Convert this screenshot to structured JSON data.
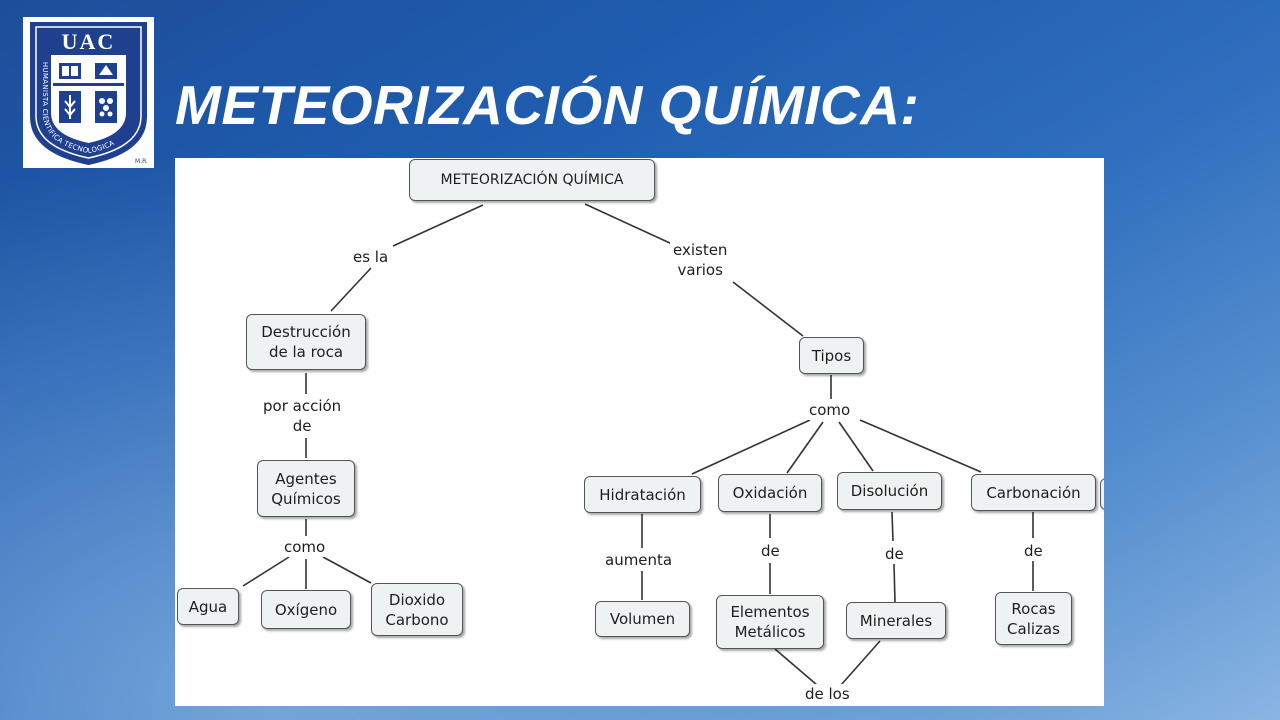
{
  "slide": {
    "title": "METEORIZACIÓN QUÍMICA:"
  },
  "logo": {
    "text": "UAC",
    "ring_text": "HUMANISTA CIENTIFICA TECNOLOGICA",
    "mark": "M.R."
  },
  "concept_map": {
    "nodes": {
      "root": "METEORIZACIÓN QUÍMICA",
      "destruccion": "Destrucción\nde la roca",
      "agentes": "Agentes\nQuímicos",
      "agua": "Agua",
      "oxigeno": "Oxígeno",
      "dioxido": "Dioxido\nCarbono",
      "tipos": "Tipos",
      "hidratacion": "Hidratación",
      "oxidacion": "Oxidación",
      "disolucion": "Disolución",
      "carbonacion": "Carbonación",
      "volumen": "Volumen",
      "elementos": "Elementos\nMetálicos",
      "minerales": "Minerales",
      "rocas": "Rocas\nCalizas"
    },
    "links": {
      "es_la": "es la",
      "existen_varios": "existen\nvarios",
      "por_accion_de": "por acción\nde",
      "como_agentes": "como",
      "como_tipos": "como",
      "aumenta": "aumenta",
      "de_oxidacion": "de",
      "de_disolucion": "de",
      "de_carbonacion": "de",
      "de_los": "de los"
    }
  }
}
